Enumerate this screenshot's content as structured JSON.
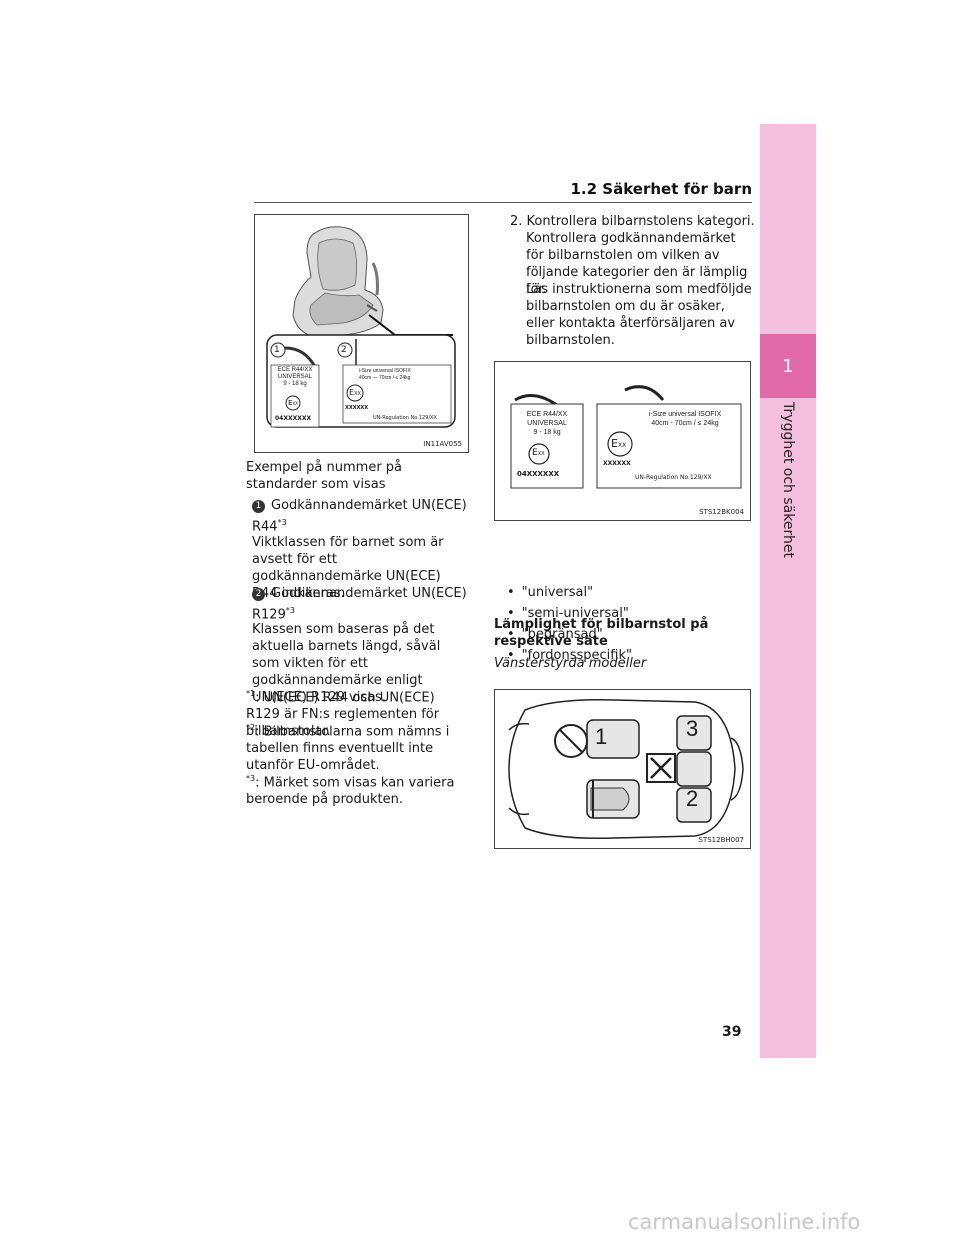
{
  "section_title": "1.2 Säkerhet för barn",
  "side": {
    "chapter_number": "1",
    "chapter_label": "Trygghet och säkerhet"
  },
  "fig1": {
    "code": "IN11AV055",
    "label1": {
      "number": "1",
      "line1": "ECE  R44/XX",
      "line2": "UNIVERSAL",
      "line3": "9 - 18 kg",
      "mark": "E",
      "mark_sub": "XX",
      "serial": "04XXXXXX"
    },
    "label2": {
      "number": "2",
      "line1": "i-Size universal ISOFIX",
      "line2": "40cm ― 70cm   / ≤ 24kg",
      "mark": "E",
      "mark_sub": "XX",
      "serial": "XXXXXX",
      "regulation": "UN-Regulation   No.129/XX"
    }
  },
  "left_text": {
    "intro": "Exempel på nummer på standarder som visas",
    "item1_num": "1",
    "item1_title": "Godkännandemärket UN(ECE) R44",
    "item1_sup": "*3",
    "item1_desc": "Viktklassen för barnet som är avsett för ett godkännandemärke UN(ECE) R44 indikeras.",
    "item2_num": "2",
    "item2_title": "Godkännandemärket UN(ECE) R129",
    "item2_sup": "*3",
    "item2_desc": "Klassen som baseras på det aktuella barnets längd, såväl som vikten för ett godkännandemärke enligt UN(ECE) R129 visas.",
    "fn1_mark": "*1",
    "fn1": ": UN(ECE) R44 och UN(ECE) R129 är FN:s reglementen för bilbarnstolar.",
    "fn2_mark": "*2",
    "fn2": ": Bilbarnstolarna som nämns i tabellen finns eventuellt inte utanför EU-området.",
    "fn3_mark": "*3",
    "fn3": ": Märket som visas kan variera beroende på produkten."
  },
  "right_text": {
    "step": "2. Kontrollera bilbarnstolens kategori.",
    "p1": "Kontrollera godkännandemärket för bilbarnstolen om vilken av följande kategorier den är lämplig för.",
    "p2": "Läs instruktionerna som medföljde bilbarnstolen om du är osäker, eller kontakta återförsäljaren av bilbarnstolen.",
    "bullets": [
      "\"universal\"",
      "\"semi-universal\"",
      "\"begränsad\"",
      "\"fordonsspecifik\""
    ],
    "heading": "Lämplighet för bilbarnstol på respektive säte",
    "subheading": "Vänsterstyrda modeller"
  },
  "fig2": {
    "code": "STS12BK004",
    "l1": "ECE R44/XX",
    "l2": "UNIVERSAL",
    "l3": "9 - 18 kg",
    "mark": "E",
    "mark_sub": "XX",
    "serial": "04XXXXXX",
    "r1": "i-Size universal ISOFIX",
    "r2": "40cm - 70cm / ≤ 24kg",
    "rmark": "E",
    "rmark_sub": "XX",
    "rserial": "XXXXXX",
    "rreg": "UN-Regulation No.129/XX"
  },
  "fig3": {
    "code": "STS12BH007",
    "seat1": "1",
    "seat2": "2",
    "seat3": "3"
  },
  "page_number": "39",
  "watermark": "carmanualsonline.info"
}
